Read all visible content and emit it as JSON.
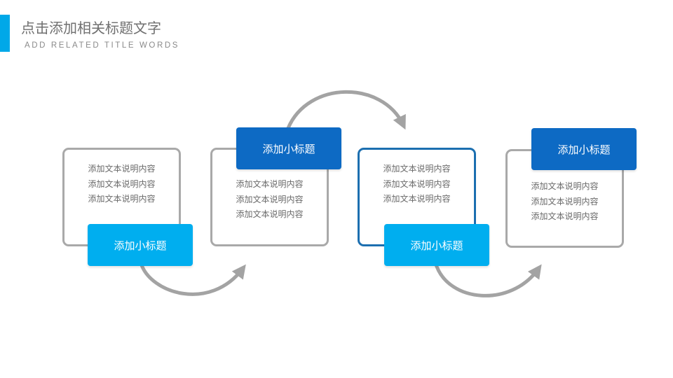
{
  "header": {
    "title": "点击添加相关标题文字",
    "subtitle": "ADD RELATED TITLE WORDS"
  },
  "colors": {
    "accent": "#00a8e8",
    "light_blue": "#00aeef",
    "dark_blue": "#0d6ac4",
    "card_border": "#a9a9a9",
    "highlight_border": "#1c6fb0",
    "arrow": "#a3a3a3"
  },
  "steps": [
    {
      "heading": "添加小标题",
      "lines": [
        "添加文本说明内容",
        "添加文本说明内容",
        "添加文本说明内容"
      ]
    },
    {
      "heading": "添加小标题",
      "lines": [
        "添加文本说明内容",
        "添加文本说明内容",
        "添加文本说明内容"
      ]
    },
    {
      "heading": "添加小标题",
      "lines": [
        "添加文本说明内容",
        "添加文本说明内容",
        "添加文本说明内容"
      ]
    },
    {
      "heading": "添加小标题",
      "lines": [
        "添加文本说明内容",
        "添加文本说明内容",
        "添加文本说明内容"
      ]
    }
  ]
}
